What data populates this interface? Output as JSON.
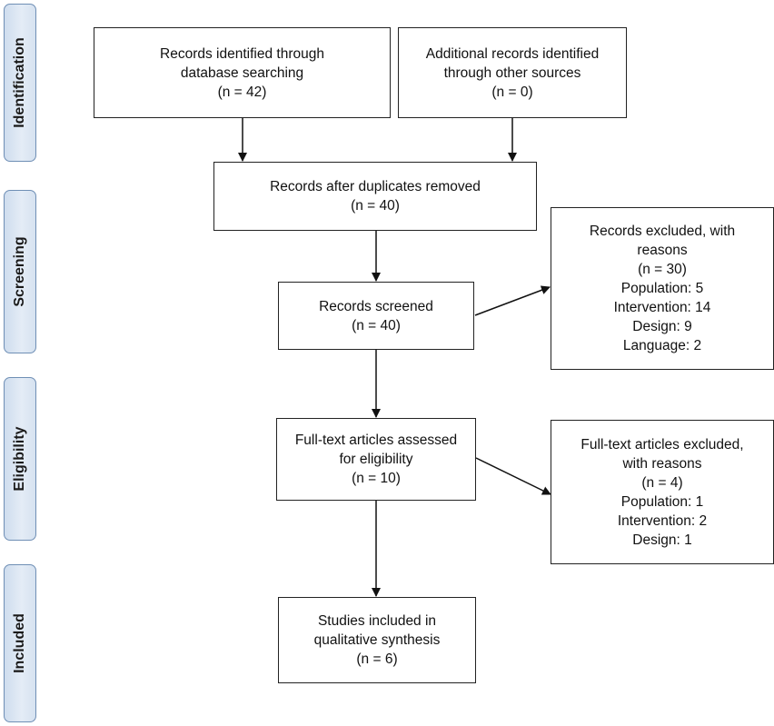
{
  "phases": {
    "identification": "Identification",
    "screening": "Screening",
    "eligibility": "Eligibility",
    "included": "Included"
  },
  "boxes": {
    "database_records": {
      "line1": "Records identified through",
      "line2": "database searching",
      "count": "(n = 42)"
    },
    "other_records": {
      "line1": "Additional records identified",
      "line2": "through other sources",
      "count": "(n = 0)"
    },
    "after_duplicates": {
      "line1": "Records after duplicates removed",
      "count": "(n = 40)"
    },
    "screened": {
      "line1": "Records screened",
      "count": "(n = 40)"
    },
    "excluded": {
      "line1": "Records excluded, with",
      "line2": "reasons",
      "count": "(n = 30)",
      "reasons": [
        "Population: 5",
        "Intervention: 14",
        "Design: 9",
        "Language: 2"
      ]
    },
    "fulltext_assessed": {
      "line1": "Full-text articles assessed",
      "line2": "for eligibility",
      "count": "(n = 10)"
    },
    "fulltext_excluded": {
      "line1": "Full-text articles excluded,",
      "line2": "with reasons",
      "count": "(n = 4)",
      "reasons": [
        "Population: 1",
        "Intervention: 2",
        "Design: 1"
      ]
    },
    "included_studies": {
      "line1": "Studies included in",
      "line2": "qualitative synthesis",
      "count": "(n = 6)"
    }
  },
  "colors": {
    "phase_fill": "#dbe6f3",
    "phase_border": "#6f8fb5",
    "box_border": "#222222",
    "arrow": "#111111"
  }
}
